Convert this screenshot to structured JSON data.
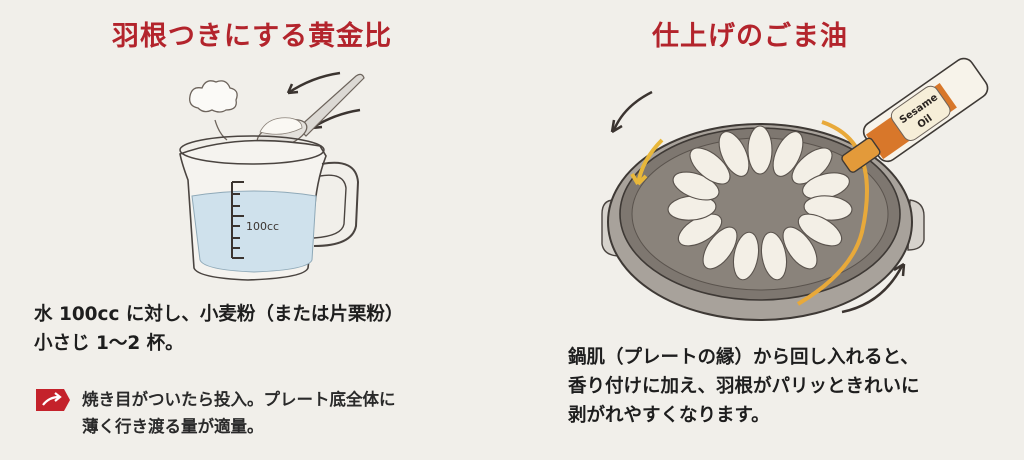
{
  "colors": {
    "background": "#f1efea",
    "title_red": "#b3242c",
    "body_text": "#1e1e1e",
    "note_icon_red": "#c4222b",
    "water_blue": "#cfe1ec",
    "oil_amber": "#e8a93a",
    "pan_grey": "#7e7770"
  },
  "left_panel": {
    "title": "羽根つきにする黄金比",
    "illustration": {
      "description": "measuring-cup-with-flour-spoon",
      "cup_label": "100cc"
    },
    "body_lines": [
      "水 100cc に対し、小麦粉（または片栗粉）",
      "小さじ 1〜2 杯。"
    ],
    "note": {
      "icon": "arrow-right-icon",
      "lines": [
        "焼き目がついたら投入。プレート底全体に",
        "薄く行き渡る量が適量。"
      ]
    }
  },
  "right_panel": {
    "title": "仕上げのごま油",
    "illustration": {
      "description": "pan-of-gyoza-with-sesame-oil-bottle",
      "bottle_label_line1": "Sesame",
      "bottle_label_line2": "Oil"
    },
    "body_lines": [
      "鍋肌（プレートの縁）から回し入れると、",
      "香り付けに加え、羽根がパリッときれいに",
      "剥がれやすくなります。"
    ]
  }
}
